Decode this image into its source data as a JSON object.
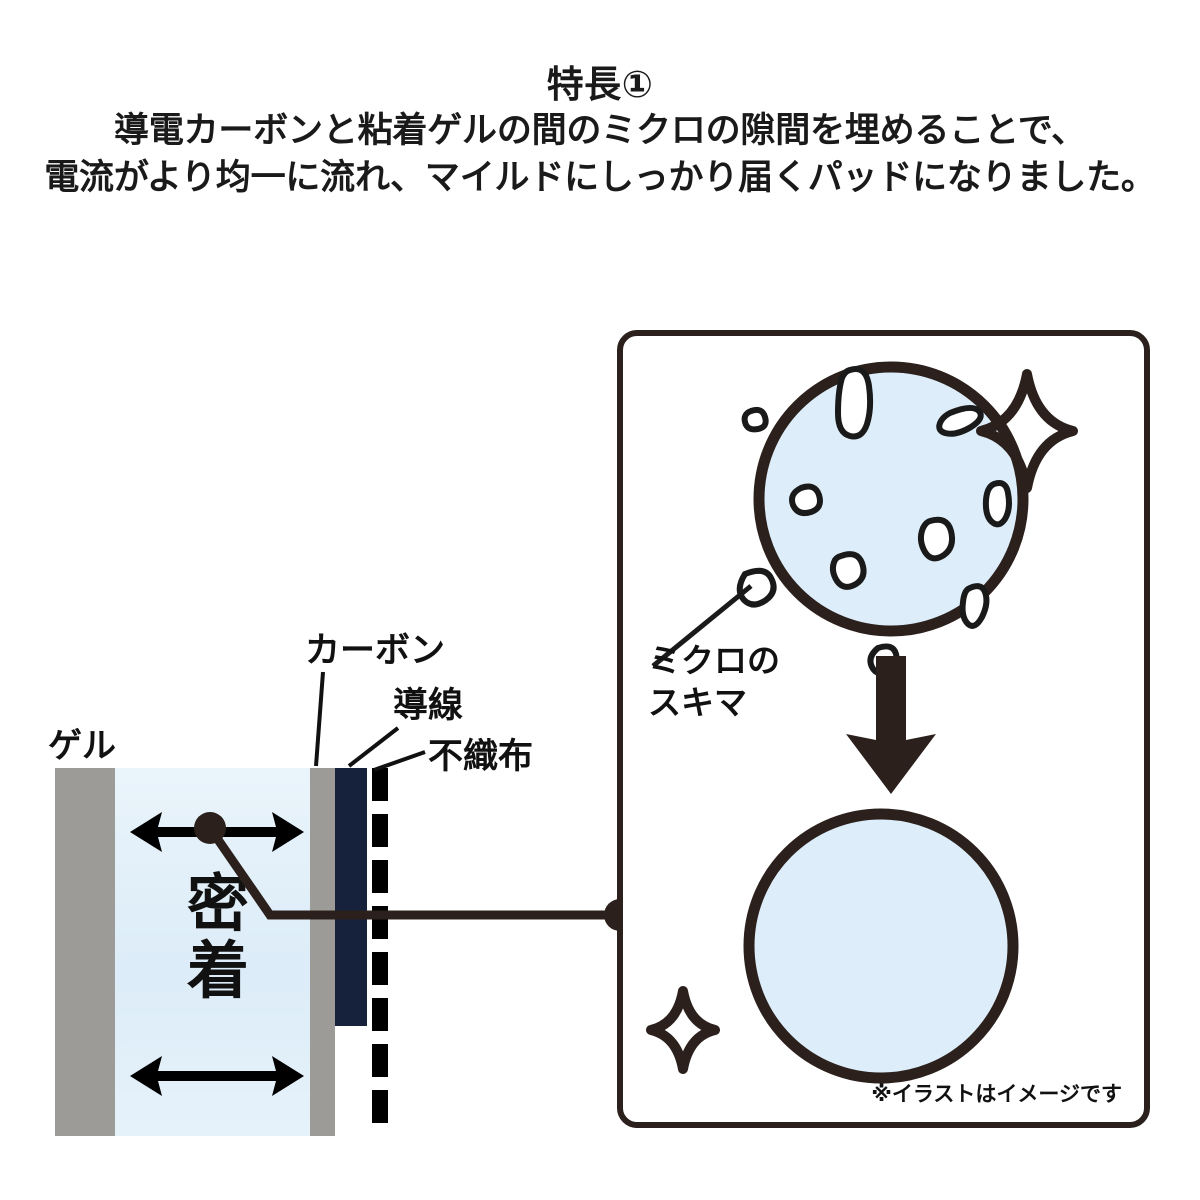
{
  "header": {
    "title": "特長①",
    "line1": "導電カーボンと粘着ゲルの間のミクロの隙間を埋めることで、",
    "line2": "電流がより均一に流れ、マイルドにしっかり届くパッドになりました。"
  },
  "cross_section": {
    "labels": {
      "gel": "ゲル",
      "carbon": "カーボン",
      "wire": "導線",
      "nonwoven": "不織布"
    },
    "center_text": "密着",
    "layer_colors": {
      "gel_bar": "#9c9b97",
      "gel_body": "#e3f0f9",
      "carbon_bar": "#9c9b97",
      "wire_bar": "#16213c",
      "nonwoven_dash": "#000000"
    },
    "dash_count": 8,
    "arrows": {
      "top": "double-headed-horizontal-arrow",
      "bottom": "double-headed-horizontal-arrow"
    }
  },
  "detail_panel": {
    "micro_gap_label": "ミクロの\nスキマ",
    "micro_gap_label_line1": "ミクロの",
    "micro_gap_label_line2": "スキマ",
    "note": "※イラストはイメージです",
    "border_color": "#2b201c",
    "circle_fill": "#ddeefa",
    "top_circle": {
      "name": "gel-with-micro-gaps",
      "gap_count": 9
    },
    "bottom_circle": {
      "name": "gel-filled-smooth",
      "sparkle_count": 2
    },
    "transition_arrow": "down-arrow"
  }
}
